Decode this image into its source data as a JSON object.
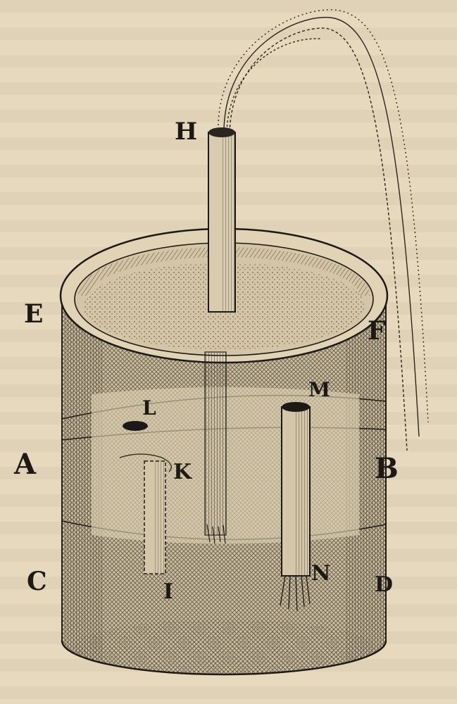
{
  "figure": {
    "labels": {
      "H": "H",
      "E": "E",
      "F": "F",
      "L": "L",
      "M": "M",
      "A": "A",
      "K": "K",
      "B": "B",
      "C": "C",
      "I": "I",
      "N": "N",
      "D": "D"
    }
  }
}
